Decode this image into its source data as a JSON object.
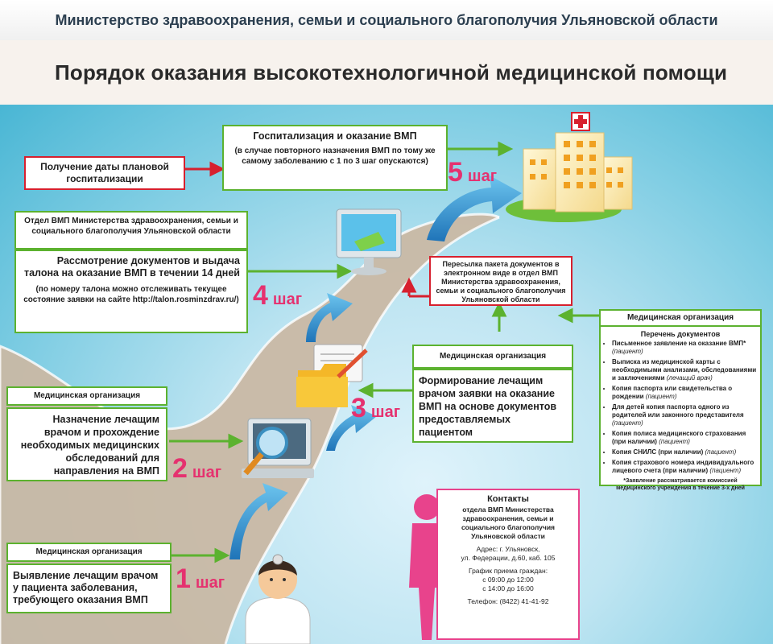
{
  "header": {
    "ministry": "Министерство здравоохранения, семьи и социального благополучия Ульяновской области",
    "title": "Порядок оказания высокотехнологичной медицинской помощи (ВМП)"
  },
  "steps": {
    "s1": {
      "num": "1",
      "word": "шаг"
    },
    "s2": {
      "num": "2",
      "word": "шаг"
    },
    "s3": {
      "num": "3",
      "word": "шаг"
    },
    "s4": {
      "num": "4",
      "word": "шаг"
    },
    "s5": {
      "num": "5",
      "word": "шаг"
    }
  },
  "box_step1": {
    "header": "Медицинская организация",
    "body": "Выявление лечащим врачом у пациента заболевания, требующего оказания ВМП"
  },
  "box_step2": {
    "header": "Медицинская организация",
    "body": "Назначение лечащим врачом и прохождение необходимых медицинских обследований для направления на ВМП"
  },
  "box_step3": {
    "header": "Медицинская организация",
    "body": "Формирование лечащим врачом заявки на оказание ВМП на основе документов предоставляемых пациентом"
  },
  "box_transfer": {
    "body": "Пересылка пакета документов в электронном виде в отдел ВМП Министерства здравоохранения, семьи и социального благополучия Ульяновской области"
  },
  "box_step4": {
    "header": "Отдел ВМП Министерства здравоохранения, семьи и социального благополучия Ульяновской области",
    "body": "Рассмотрение документов и выдача талона на оказание ВМП в течении 14 дней",
    "note": "(по номеру талона можно отслеживать текущее состояние заявки на сайте http://talon.rosminzdrav.ru/)"
  },
  "box_date": {
    "body": "Получение даты плановой госпитализации"
  },
  "box_step5": {
    "title": "Госпитализация и оказание ВМП",
    "note": "(в случае повторного назначения ВМП по тому же самому заболеванию с 1 по 3 шаг опускаются)"
  },
  "docs": {
    "header": "Медицинская организация",
    "subheader": "Перечень документов",
    "items": [
      {
        "text": "Письменное заявление на оказание ВМП*",
        "who": "(пациент)"
      },
      {
        "text": "Выписка из медицинской карты с необходимыми анализами, обследованиями и заключениями",
        "who": "(лечащий врач)"
      },
      {
        "text": "Копия паспорта или свидетельства о рождении",
        "who": "(пациент)"
      },
      {
        "text": "Для детей копия паспорта одного из родителей или законного представителя",
        "who": "(пациент)"
      },
      {
        "text": "Копия полиса медицинского страхования (при наличии)",
        "who": "(пациент)"
      },
      {
        "text": "Копия СНИЛС (при наличии)",
        "who": "(пациент)"
      },
      {
        "text": "Копия страхового номера индивидуального лицевого счета (при наличии)",
        "who": "(пациент)"
      }
    ],
    "footnote": "*Заявление рассматривается комиссией медицинского учреждения в течение 3-х дней"
  },
  "contacts": {
    "title": "Контакты",
    "org": "отдела ВМП Министерства здравоохранения, семьи и социального благополучия Ульяновской области",
    "address_label": "Адрес: г. Ульяновск,",
    "address": "ул. Федерации, д.60, каб. 105",
    "schedule_label": "График приема граждан:",
    "schedule1": "с 09:00 до 12:00",
    "schedule2": "с 14:00 до 16:00",
    "phone": "Телефон: (8422) 41-41-92"
  },
  "colors": {
    "green": "#5cb22f",
    "red": "#d7202e",
    "pink": "#e5316f",
    "blue": "#3a9fd8"
  },
  "icons": [
    "doctor-icon",
    "computer-magnifier-icon",
    "folder-documents-icon",
    "monitor-card-icon",
    "hospital-icon",
    "person-icon"
  ]
}
